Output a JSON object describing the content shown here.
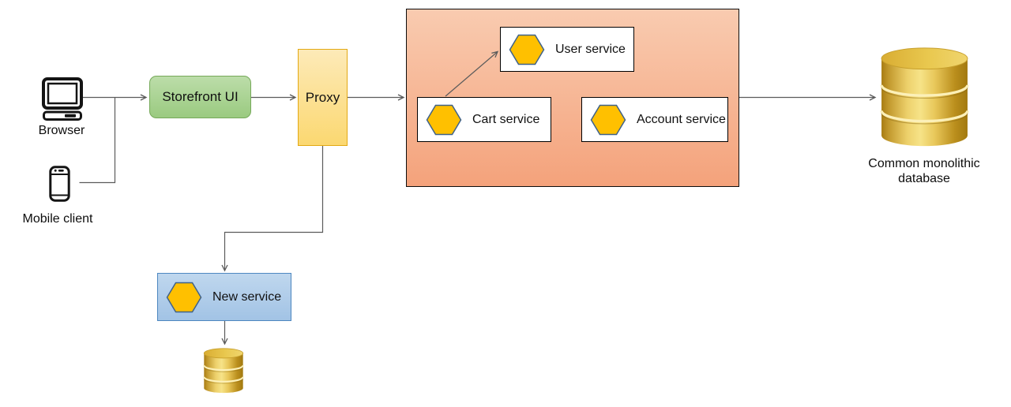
{
  "nodes": {
    "browser": {
      "label": "Browser",
      "icon": "desktop-computer-icon"
    },
    "mobile_client": {
      "label": "Mobile client",
      "icon": "smartphone-icon"
    },
    "storefront_ui": {
      "label": "Storefront UI"
    },
    "proxy": {
      "label": "Proxy"
    },
    "user_service": {
      "label": "User service",
      "icon": "hexagon-icon"
    },
    "cart_service": {
      "label": "Cart service",
      "icon": "hexagon-icon"
    },
    "account_service": {
      "label": "Account service",
      "icon": "hexagon-icon"
    },
    "new_service": {
      "label": "New service",
      "icon": "hexagon-icon"
    },
    "monolith_database": {
      "label": "Common monolithic\ndatabase",
      "icon": "database-cylinder-icon"
    },
    "new_service_database": {
      "label": "",
      "icon": "database-cylinder-icon"
    }
  },
  "colors": {
    "storefront_fill_top": "#bcdda9",
    "storefront_fill_bottom": "#9aca80",
    "storefront_border": "#76a95a",
    "proxy_fill_top": "#fdeab8",
    "proxy_fill_bottom": "#fbd871",
    "proxy_border": "#e3a914",
    "monolith_container_fill_top": "#f9cbb0",
    "monolith_container_fill_bottom": "#f4a27b",
    "monolith_container_border": "#0d0d0d",
    "service_box_fill": "#ffffff",
    "service_box_border": "#000000",
    "new_service_fill_top": "#bfd7ee",
    "new_service_fill_bottom": "#a2c3e5",
    "new_service_border": "#4d87c0",
    "hexagon_fill": "#ffc000",
    "hexagon_border": "#3f628a",
    "database_gold_dark": "#a87c12",
    "database_gold_light": "#f6e388",
    "connector_gray": "#5b5b5b"
  }
}
